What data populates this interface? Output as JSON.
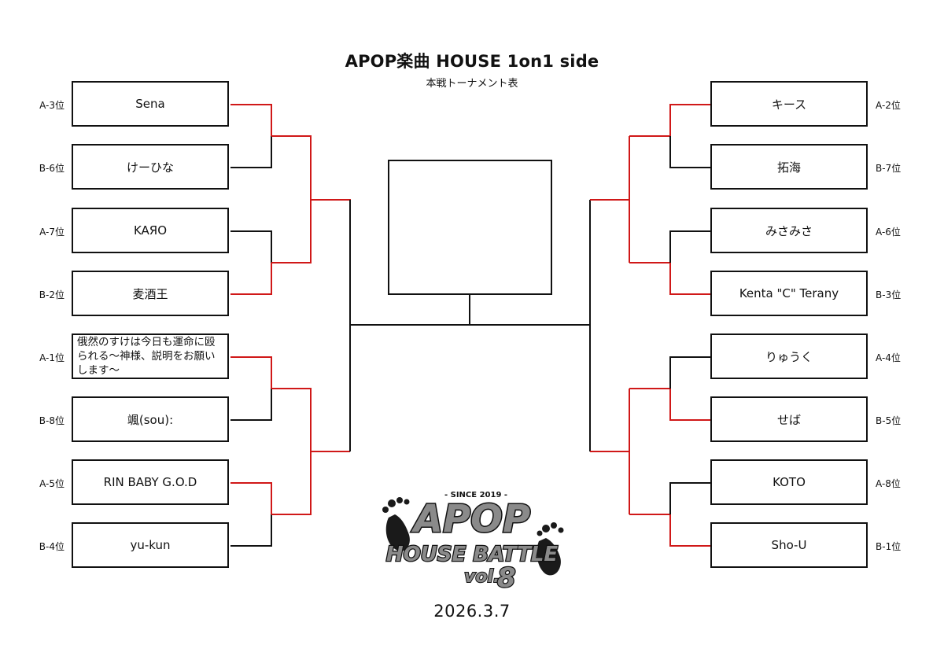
{
  "header": {
    "title": "APOP楽曲 HOUSE 1on1 side",
    "subtitle": "本戦トーナメント表"
  },
  "left_entries": [
    {
      "name": "Sena",
      "seed": "A-3位"
    },
    {
      "name": "けーひな",
      "seed": "B-6位"
    },
    {
      "name": "KAЯO",
      "seed": "A-7位"
    },
    {
      "name": "麦酒王",
      "seed": "B-2位"
    },
    {
      "name": "俄然のすけは今日も運命に殴られる〜神様、説明をお願いします〜",
      "seed": "A-1位"
    },
    {
      "name": "颯(sou):",
      "seed": "B-8位"
    },
    {
      "name": "RIN BABY G.O.D",
      "seed": "A-5位"
    },
    {
      "name": "yu-kun",
      "seed": "B-4位"
    }
  ],
  "right_entries": [
    {
      "name": "キース",
      "seed": "A-2位"
    },
    {
      "name": "拓海",
      "seed": "B-7位"
    },
    {
      "name": "みさみさ",
      "seed": "A-6位"
    },
    {
      "name": "Kenta \"C\" Terany",
      "seed": "B-3位"
    },
    {
      "name": "りゅうく",
      "seed": "A-4位"
    },
    {
      "name": "せば",
      "seed": "B-5位"
    },
    {
      "name": "KOTO",
      "seed": "A-8位"
    },
    {
      "name": "Sho-U",
      "seed": "B-1位"
    }
  ],
  "champion": {
    "name": ""
  },
  "logo": {
    "since": "- SINCE 2019 -",
    "main": "APOP",
    "sub": "HOUSE BATTLE",
    "vol": "vol.",
    "num": "8"
  },
  "date": "2026.3.7",
  "colors": {
    "win": "#d01818",
    "line": "#111111"
  }
}
